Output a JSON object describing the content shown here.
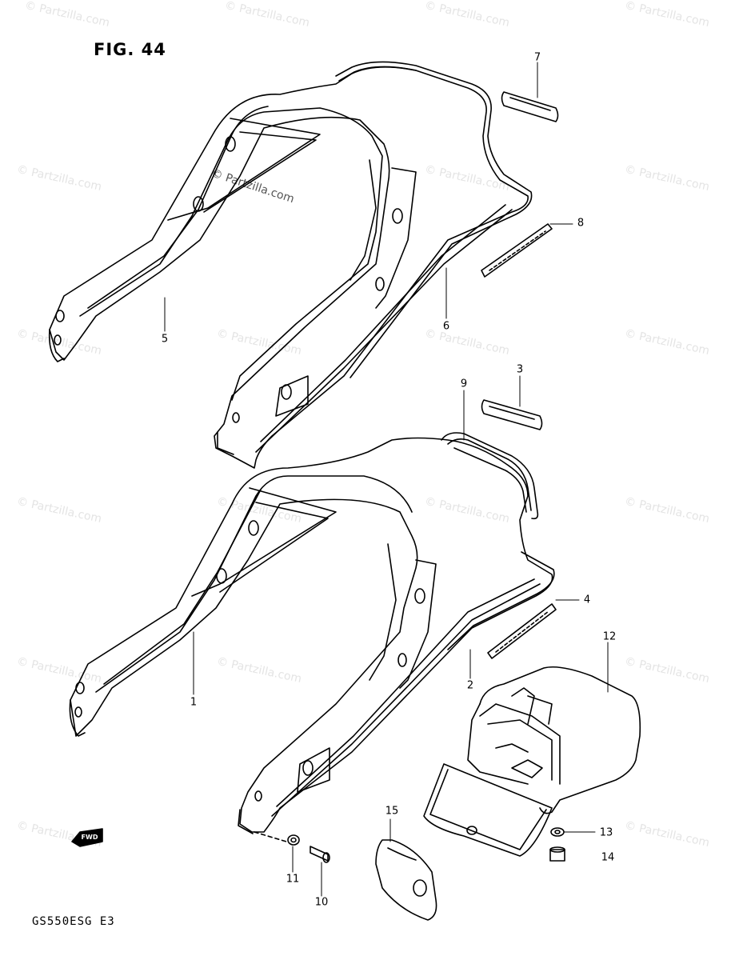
{
  "figure": {
    "title": "FIG. 44",
    "model_code": "GS550ESG  E3",
    "watermark": "© Partzilla.com",
    "fwd_label": "FWD"
  },
  "callouts": [
    {
      "id": "1",
      "text": "1"
    },
    {
      "id": "2",
      "text": "2"
    },
    {
      "id": "3",
      "text": "3"
    },
    {
      "id": "4",
      "text": "4"
    },
    {
      "id": "5",
      "text": "5"
    },
    {
      "id": "6",
      "text": "6"
    },
    {
      "id": "7",
      "text": "7"
    },
    {
      "id": "8",
      "text": "8"
    },
    {
      "id": "9",
      "text": "9"
    },
    {
      "id": "10",
      "text": "10"
    },
    {
      "id": "11",
      "text": "11"
    },
    {
      "id": "12",
      "text": "12"
    },
    {
      "id": "13",
      "text": "13"
    },
    {
      "id": "14",
      "text": "14"
    },
    {
      "id": "15",
      "text": "15"
    }
  ]
}
